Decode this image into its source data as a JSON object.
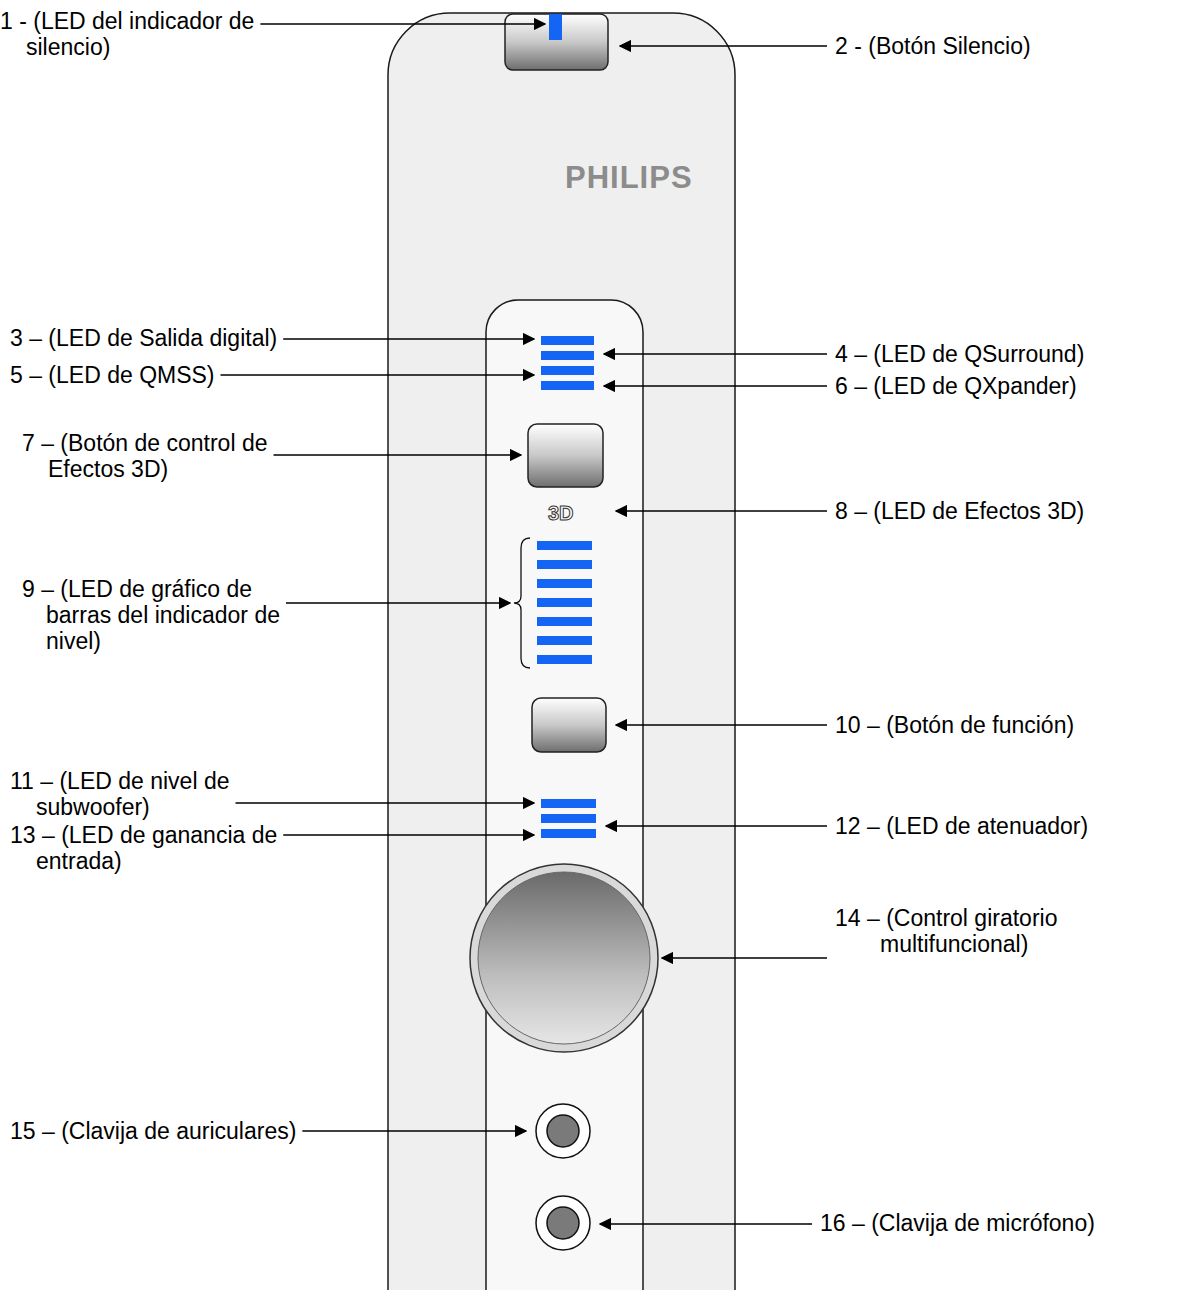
{
  "diagram": {
    "labels": [
      "1 - (LED del indicador de silencio)",
      "2 - (Botón Silencio)",
      "PHILIPS",
      "3 – (LED de Salida digital)",
      "4 – (LED de QSurround)",
      "5 – (LED de QMSS)",
      "6 – (LED de QXpander)",
      "7 – (Botón de control de Efectos 3D)",
      "3D",
      "8 – (LED de Efectos 3D)",
      "9 – (LED de gráfico de barras del indicador de nivel)",
      "10 – (Botón de función)",
      "11 – (LED de nivel de subwoofer)",
      "12 – (LED de atenuador)",
      "13 – (LED de ganancia de entrada)",
      "14 – (Control giratorio multifuncional)",
      "15 – (Clavija de auriculares)",
      "16 – (Clavija de micrófono)"
    ]
  }
}
